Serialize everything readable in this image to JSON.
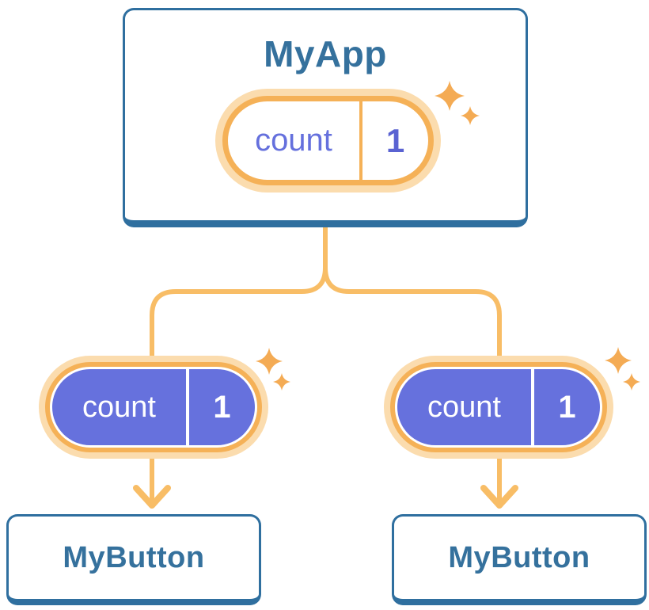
{
  "app": {
    "title": "MyApp",
    "state": {
      "name": "count",
      "value": "1"
    }
  },
  "children": [
    {
      "title": "MyButton",
      "prop": {
        "name": "count",
        "value": "1"
      }
    },
    {
      "title": "MyButton",
      "prop": {
        "name": "count",
        "value": "1"
      }
    }
  ],
  "icons": {
    "sparkle": "sparkle-icon"
  },
  "colors": {
    "card_border_blue": "#2f6f9f",
    "card_text_blue": "#35719d",
    "connector_orange": "#f8bd66",
    "pill_ring_orange": "#f5b157",
    "pill_halo_cream": "#fbdcae",
    "prop_pill_purple": "#6671dd",
    "state_name_purple": "#6570dd",
    "state_value_purple": "#5a63d2",
    "sparkle_orange": "#f4ab54"
  }
}
